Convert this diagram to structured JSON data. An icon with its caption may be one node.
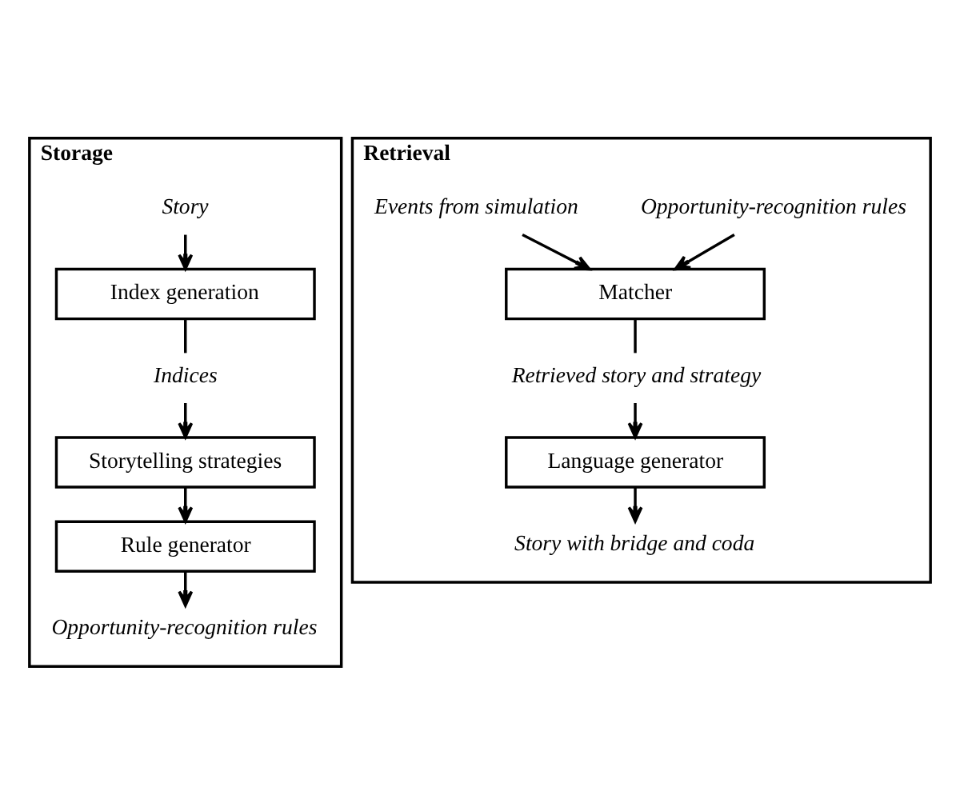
{
  "diagram": {
    "nodes": [
      {
        "text": [
          "Storage"
        ]
      },
      {
        "text": [
          "Story"
        ],
        "in": 0
      },
      {
        "text": [
          "Index generation"
        ],
        "in": 0
      },
      {
        "text": [
          "Indices"
        ],
        "in": 0
      },
      {
        "text": [
          "Storytelling strategies"
        ],
        "in": 0
      },
      {
        "text": [
          "Rule generator"
        ],
        "in": 0
      },
      {
        "text": [
          "Opportunity-recognition rules"
        ],
        "in": 0
      },
      {
        "text": [
          "Retrieval"
        ]
      },
      {
        "text": [
          "Opportunity-recognition rules"
        ],
        "in": 7
      },
      {
        "text": [
          "Events from simulation"
        ],
        "in": 7
      },
      {
        "text": [
          "Matcher"
        ],
        "in": 7
      },
      {
        "text": [
          "Retrieved story and strategy"
        ],
        "in": 7
      },
      {
        "text": [
          "Language generator"
        ],
        "in": 7
      },
      {
        "text": [
          "Story with bridge and coda"
        ],
        "in": 7
      }
    ],
    "edges": [
      {
        "from": 1,
        "to": 2,
        "arrow": "to"
      },
      {
        "from": 2,
        "to": 3,
        "arrow": "none"
      },
      {
        "from": 3,
        "to": 4,
        "arrow": "to"
      },
      {
        "from": 4,
        "to": 5,
        "arrow": "to"
      },
      {
        "from": 5,
        "to": 6,
        "arrow": "to"
      },
      {
        "from": 8,
        "to": 10,
        "arrow": "to"
      },
      {
        "from": 9,
        "to": 10,
        "arrow": "to"
      },
      {
        "from": 10,
        "to": 11,
        "arrow": "none"
      },
      {
        "from": 11,
        "to": 12,
        "arrow": "to"
      },
      {
        "from": 12,
        "to": 13,
        "arrow": "to"
      }
    ]
  }
}
